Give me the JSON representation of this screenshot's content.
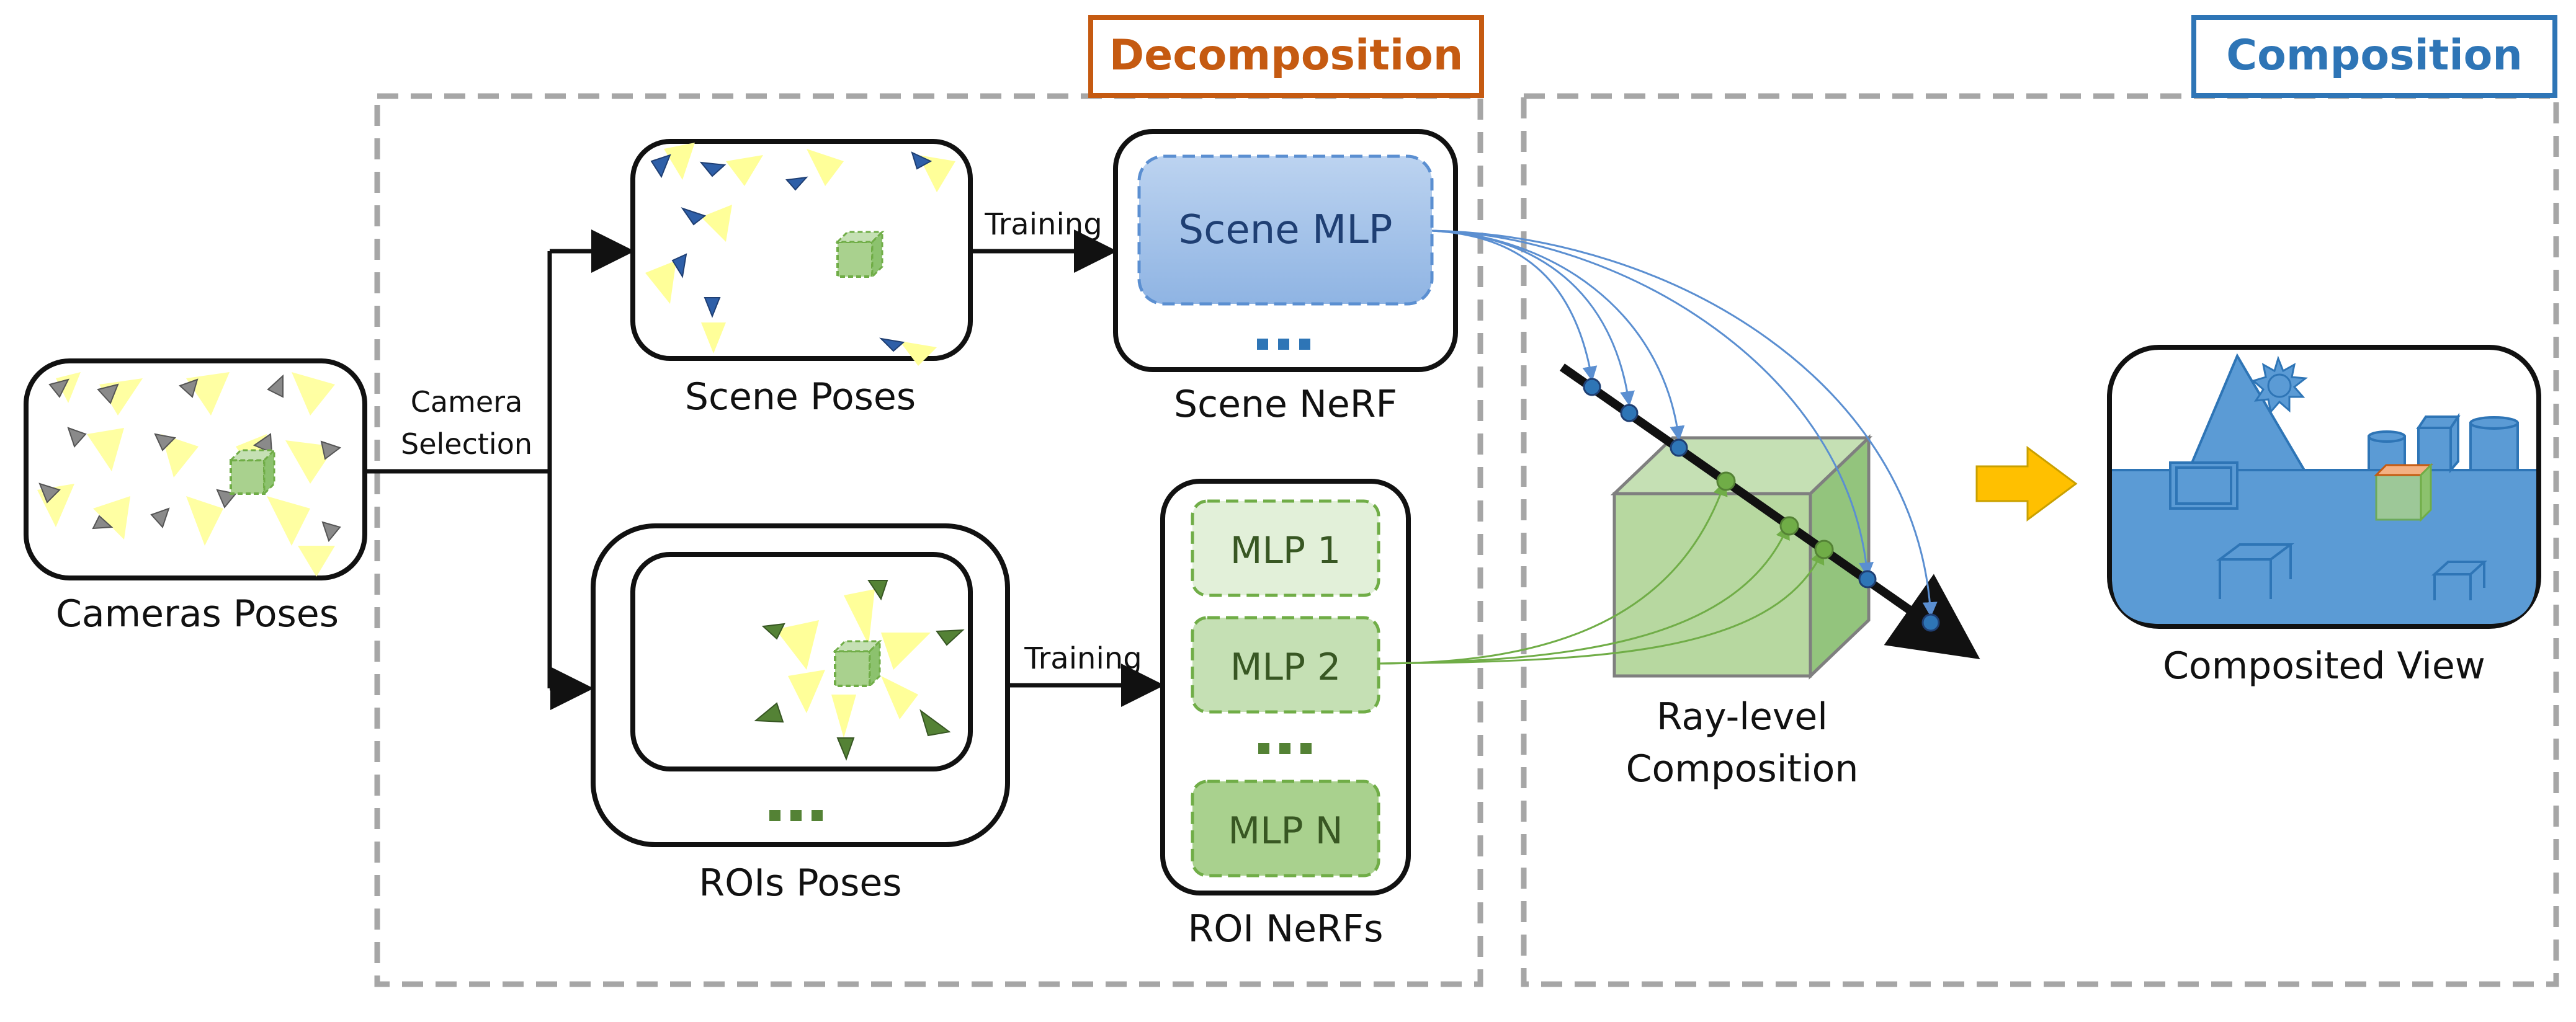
{
  "sections": {
    "decomposition": "Decomposition",
    "composition": "Composition"
  },
  "inputs": {
    "cameras_label": "Cameras Poses",
    "camera_selection_line1": "Camera",
    "camera_selection_line2": "Selection"
  },
  "scene_branch": {
    "poses_label": "Scene Poses",
    "training_label": "Training",
    "mlp_label": "Scene MLP",
    "nerf_label": "Scene NeRF"
  },
  "roi_branch": {
    "poses_label": "ROIs Poses",
    "training_label": "Training",
    "mlps": [
      "MLP 1",
      "MLP 2",
      "MLP N"
    ],
    "nerfs_label": "ROI NeRFs"
  },
  "composition": {
    "ray_label_line1": "Ray-level",
    "ray_label_line2": "Composition",
    "view_label": "Composited View"
  },
  "colors": {
    "decomposition_accent": "#c55a11",
    "composition_accent": "#2e75b6",
    "scene_blue": "#5b8fd1",
    "roi_green": "#70ad47",
    "frustum_yellow": "#ffff99",
    "arrow_orange": "#ffc000"
  }
}
